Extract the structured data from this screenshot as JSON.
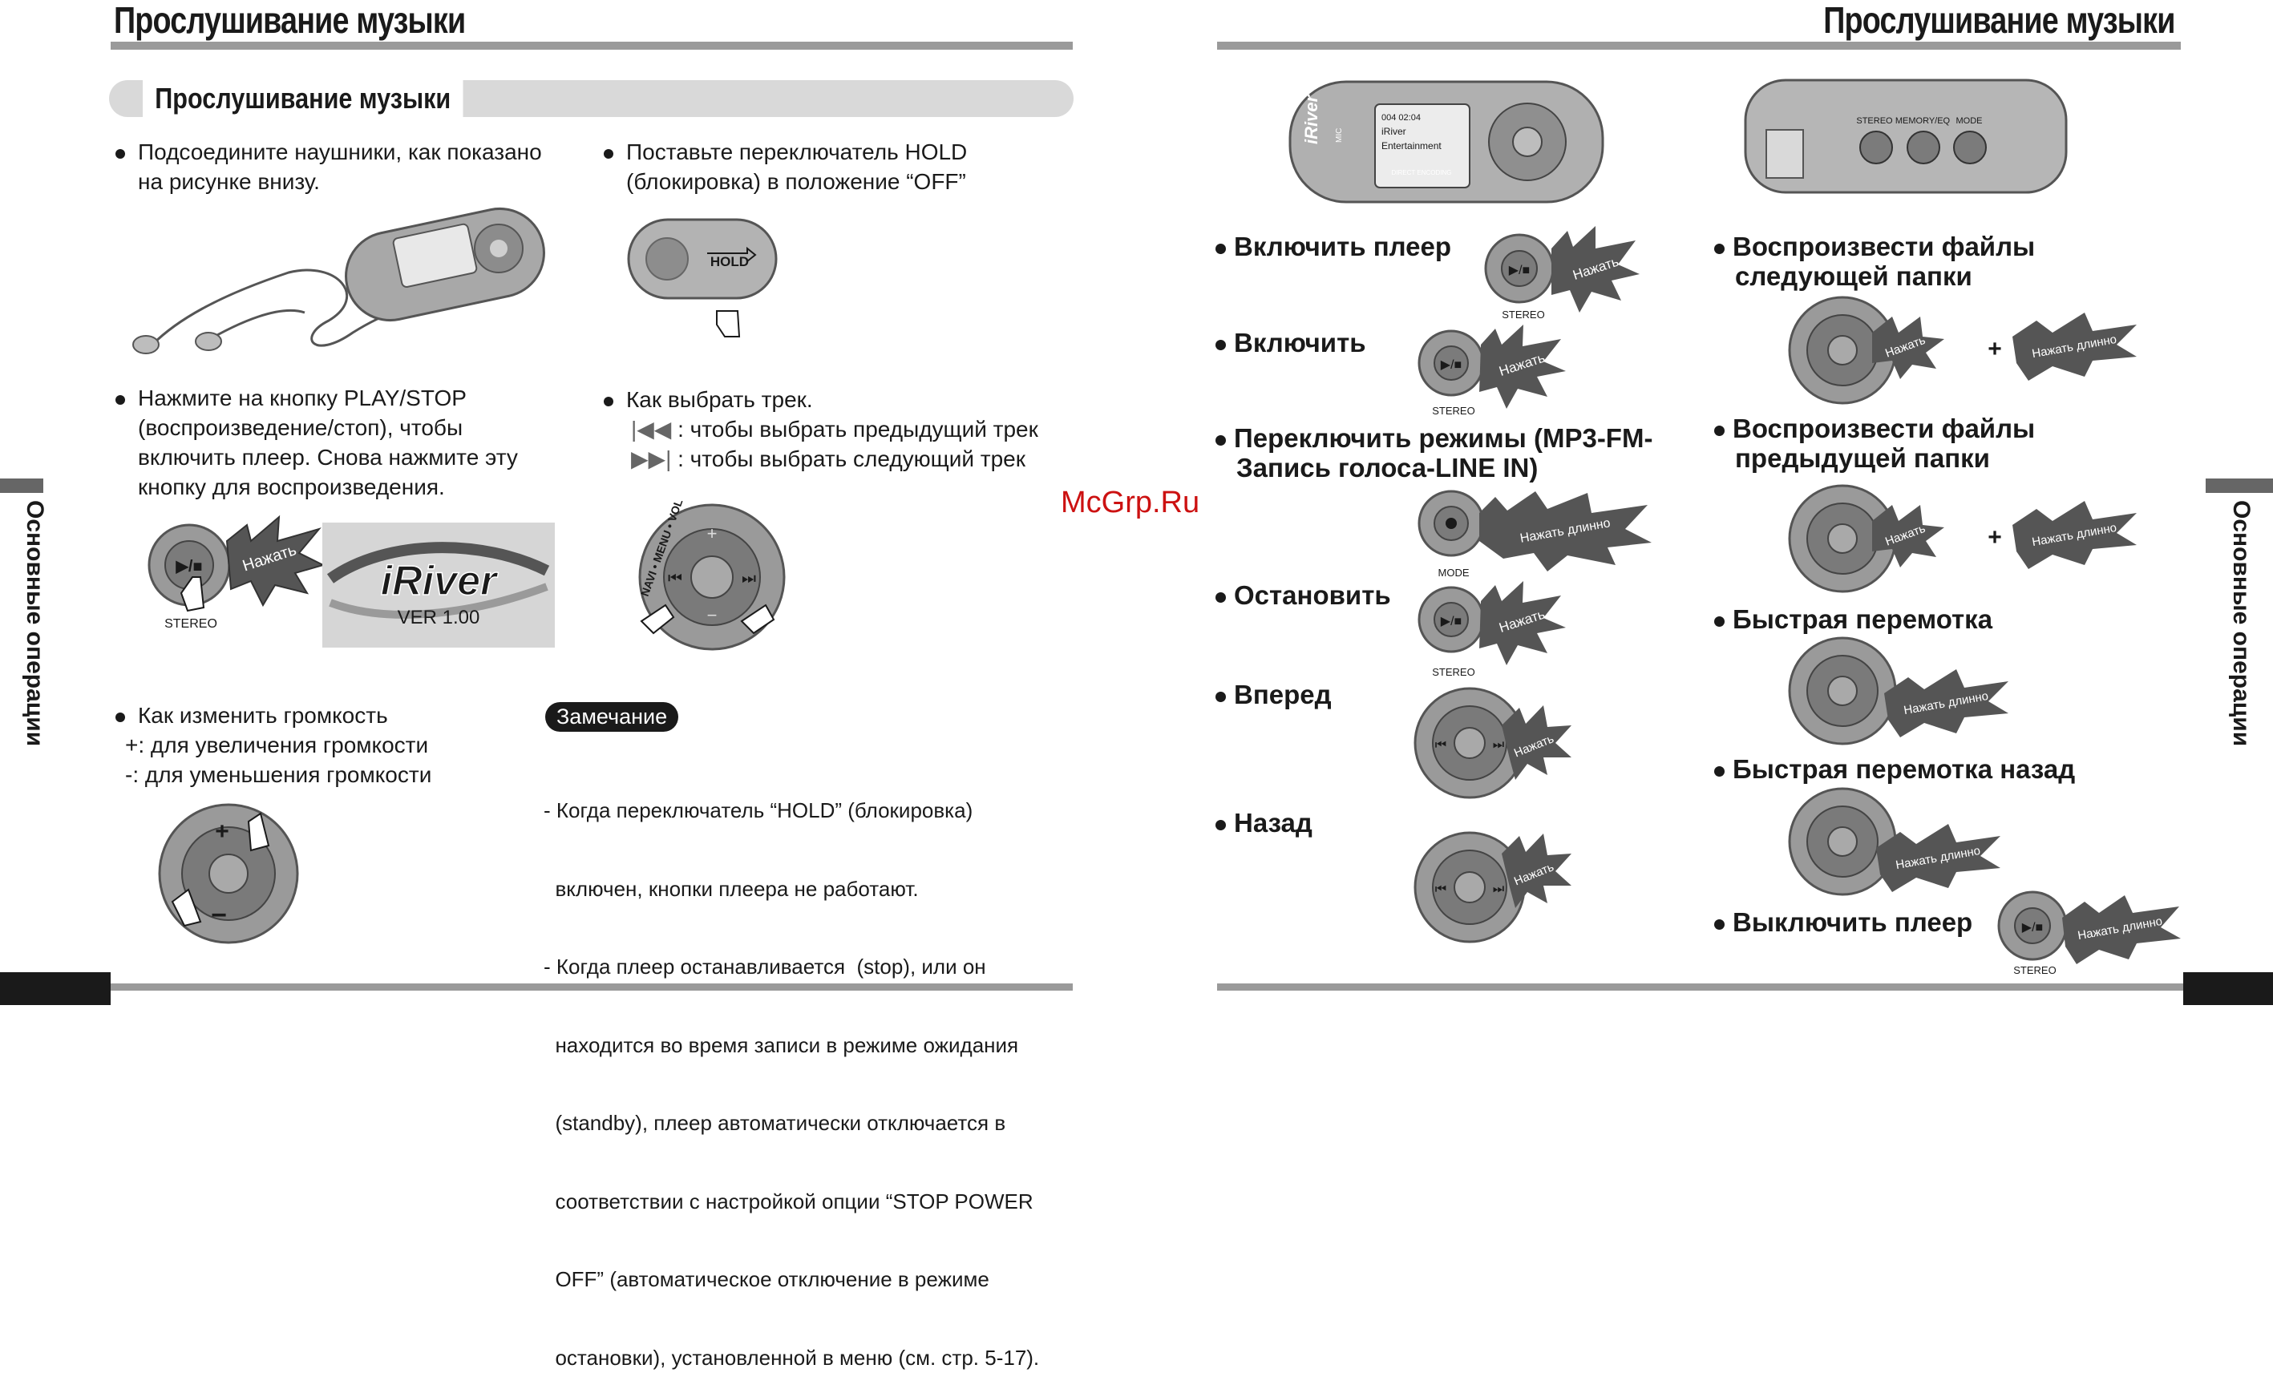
{
  "header": {
    "left_title": "Прослушивание музыки",
    "right_title": "Прослушивание музыки"
  },
  "section_title": "Прослушивание музыки",
  "side_label": "Основные операции",
  "watermark": "McGrp.Ru",
  "left": {
    "step1": [
      "Подсоедините наушники, как показано",
      "на рисунке внизу."
    ],
    "step2": [
      "Поставьте переключатель HOLD",
      "(блокировка) в положение “OFF”"
    ],
    "hold_label": "HOLD",
    "step3": [
      "Нажмите на кнопку PLAY/STOP",
      "(воспроизведение/стоп), чтобы",
      "включить плеер. Снова нажмите эту",
      "кнопку для воспроизведения."
    ],
    "step4_title": "Как выбрать трек.",
    "step4_prev": ": чтобы выбрать предыдущий трек",
    "step4_next": ": чтобы выбрать следующий трек",
    "press": "Нажать",
    "stereo": "STEREO",
    "splash_logo": "iRiver",
    "splash_ver": "VER 1.00",
    "navi_label": "NAVI • MENU • VOL",
    "step5": [
      "Как изменить громкость",
      "+: для увеличения громкости",
      "-: для уменьшения громкости"
    ],
    "note_label": "Замечание",
    "notes": [
      "- Когда переключатель “HOLD” (блокировка)",
      "  включен, кнопки плеера не работают.",
      "- Когда плеер останавливается  (stop), или он",
      "  находится во время записи в режиме ожидания",
      "  (standby), плеер автоматически отключается в",
      "  соответствии с настройкой опции “STOP POWER",
      "  OFF” (автоматическое отключение в режиме",
      "  остановки), установленной в меню (см. стр. 5-17)."
    ]
  },
  "right": {
    "device_brand": "iRiver",
    "device_screen": [
      "004  02:04",
      "iRiver",
      "Entertainment"
    ],
    "device_caption": "DIRECT ENCODING",
    "device_mic": "MIC",
    "top_labels": [
      "STEREO",
      "MEMORY/EQ",
      "MODE"
    ],
    "ops_left": [
      {
        "label": "Включить плеер",
        "press": "Нажать",
        "caption": "STEREO"
      },
      {
        "label": "Включить",
        "press": "Нажать",
        "caption": "STEREO"
      },
      {
        "label": "Переключить режимы (MP3-FM-",
        "label2": "Запись голоса-LINE IN)",
        "press": "Нажать длинно",
        "caption": "MODE"
      },
      {
        "label": "Остановить",
        "press": "Нажать",
        "caption": "STEREO"
      },
      {
        "label": "Вперед",
        "press": "Нажать",
        "caption": ""
      },
      {
        "label": "Назад",
        "press": "Нажать",
        "caption": ""
      }
    ],
    "ops_right": [
      {
        "label": "Воспроизвести файлы",
        "label2": "следующей папки",
        "press": "Нажать",
        "press2": "Нажать длинно"
      },
      {
        "label": "Воспроизвести  файлы",
        "label2": "предыдущей папки",
        "press": "Нажать",
        "press2": "Нажать длинно"
      },
      {
        "label": "Быстрая перемотка",
        "press": "Нажать длинно"
      },
      {
        "label": "Быстрая перемотка назад",
        "press": "Нажать длинно"
      },
      {
        "label": "Выключить плеер",
        "press": "Нажать длинно",
        "caption": "STEREO"
      }
    ],
    "plus": "+"
  }
}
